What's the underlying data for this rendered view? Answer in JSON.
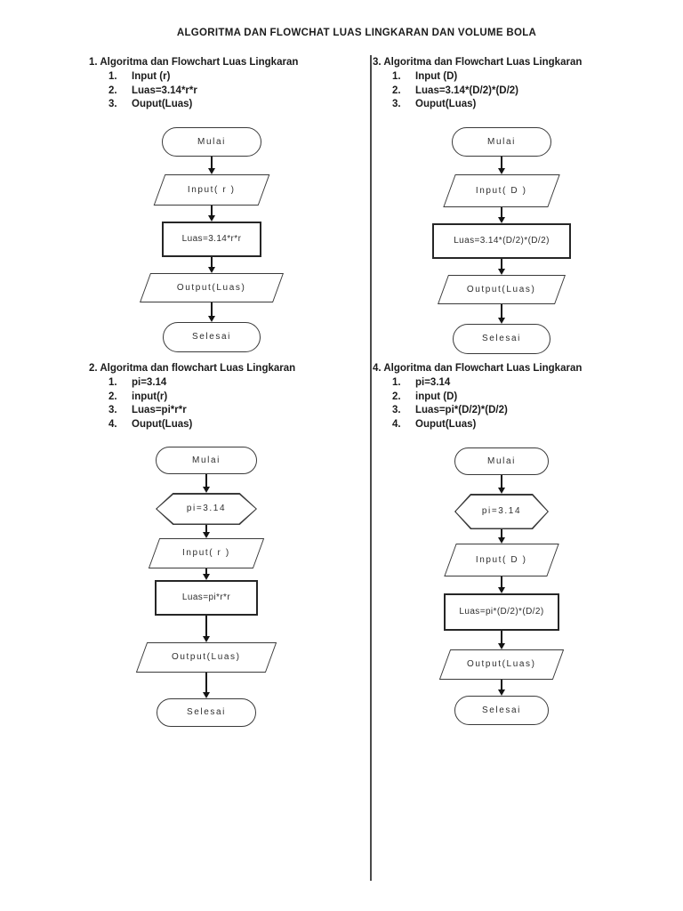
{
  "title": "ALGORITMA DAN FLOWCHAT LUAS LINGKARAN DAN VOLUME BOLA",
  "sections": [
    {
      "heading": "1. Algoritma dan Flowchart Luas Lingkaran",
      "steps": [
        {
          "num": "1.",
          "text": "Input (r)"
        },
        {
          "num": "2.",
          "text": "Luas=3.14*r*r"
        },
        {
          "num": "3.",
          "text": "Ouput(Luas)"
        }
      ],
      "flowchart": {
        "start": "Mulai",
        "input": "Input( r )",
        "process": "Luas=3.14*r*r",
        "output": "Output(Luas)",
        "end": "Selesai"
      }
    },
    {
      "heading": "2. Algoritma dan flowchart Luas Lingkaran",
      "steps": [
        {
          "num": "1.",
          "text": "pi=3.14"
        },
        {
          "num": "2.",
          "text": "input(r)"
        },
        {
          "num": "3.",
          "text": "Luas=pi*r*r"
        },
        {
          "num": "4.",
          "text": "Ouput(Luas)"
        }
      ],
      "flowchart": {
        "start": "Mulai",
        "prep": "pi=3.14",
        "input": "Input( r )",
        "process": "Luas=pi*r*r",
        "output": "Output(Luas)",
        "end": "Selesai"
      }
    },
    {
      "heading": "3. Algoritma dan Flowchart Luas Lingkaran",
      "steps": [
        {
          "num": "1.",
          "text": "Input (D)"
        },
        {
          "num": "2.",
          "text": "Luas=3.14*(D/2)*(D/2)"
        },
        {
          "num": "3.",
          "text": "Ouput(Luas)"
        }
      ],
      "flowchart": {
        "start": "Mulai",
        "input": "Input( D )",
        "process": "Luas=3.14*(D/2)*(D/2)",
        "output": "Output(Luas)",
        "end": "Selesai"
      }
    },
    {
      "heading": "4. Algoritma dan Flowchart Luas Lingkaran",
      "steps": [
        {
          "num": "1.",
          "text": "pi=3.14"
        },
        {
          "num": "2.",
          "text": "input (D)"
        },
        {
          "num": "3.",
          "text": "Luas=pi*(D/2)*(D/2)"
        },
        {
          "num": "4.",
          "text": "Ouput(Luas)"
        }
      ],
      "flowchart": {
        "start": "Mulai",
        "prep": "pi=3.14",
        "input": "Input( D )",
        "process": "Luas=pi*(D/2)*(D/2)",
        "output": "Output(Luas)",
        "end": "Selesai"
      }
    }
  ]
}
